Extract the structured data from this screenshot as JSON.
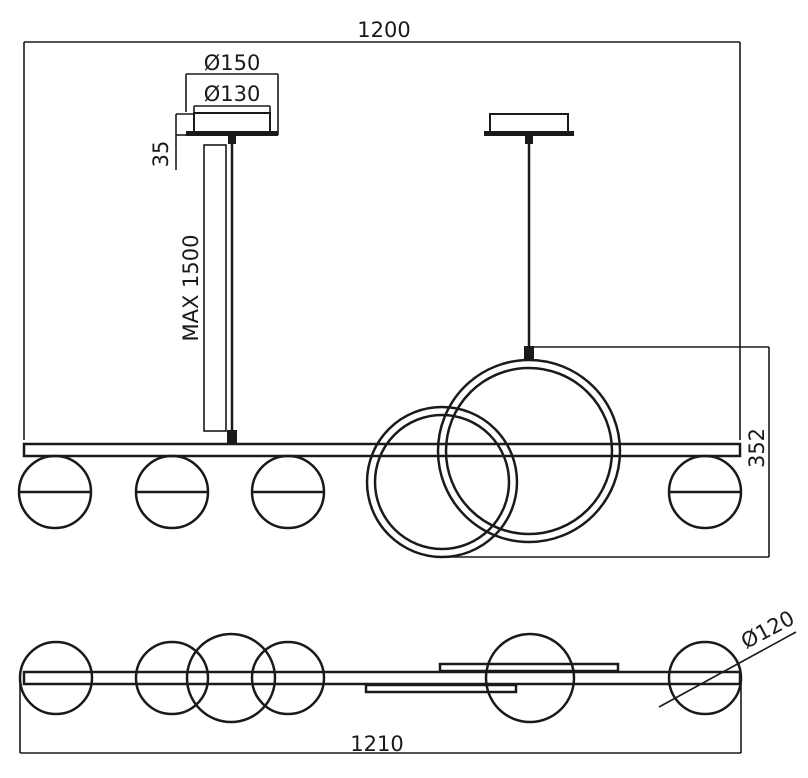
{
  "dimensions": {
    "total_width_front": "1200",
    "canopy_outer_diameter": "Ø150",
    "canopy_inner_diameter": "Ø130",
    "canopy_height": "35",
    "max_drop": "MAX 1500",
    "ring_height": "352",
    "globe_diameter": "Ø120",
    "total_width_top": "1210"
  },
  "colors": {
    "line": "#1a1a1a",
    "background": "#ffffff"
  }
}
